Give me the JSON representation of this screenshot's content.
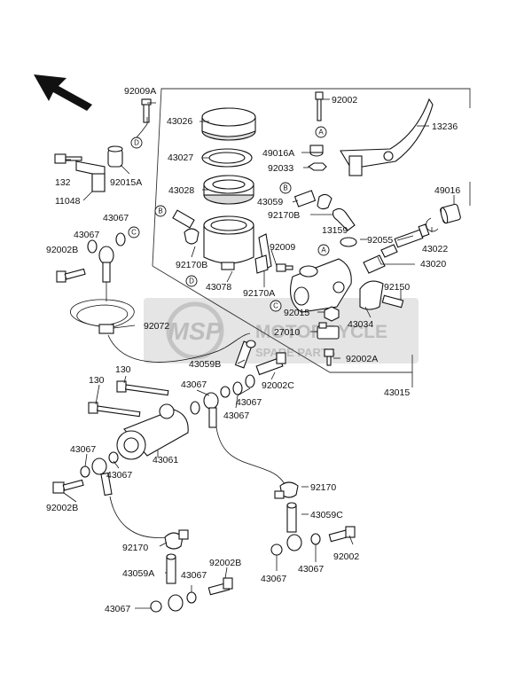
{
  "watermark": {
    "logo_text": "MSP",
    "line1": "MOTORCYCLE",
    "line2": "SPARE PARTS"
  },
  "labels": {
    "p92009A": "92009A",
    "p43026": "43026",
    "p92002_top": "92002",
    "p13236": "13236",
    "p43027": "43027",
    "p49016A": "49016A",
    "p92033": "92033",
    "p132": "132",
    "p92015A": "92015A",
    "p11048": "11048",
    "p43028": "43028",
    "p43059": "43059",
    "p49016": "49016",
    "p92170B_right": "92170B",
    "p43067_a": "43067",
    "p43067_b": "43067",
    "p92002B_left": "92002B",
    "p13159": "13159",
    "p92055": "92055",
    "p43022": "43022",
    "p92009": "92009",
    "p43020": "43020",
    "p92170B_left": "92170B",
    "p43078": "43078",
    "p92170A": "92170A",
    "p92150": "92150",
    "p92015": "92015",
    "p43034": "43034",
    "p92072": "92072",
    "p27010": "27010",
    "p92002A": "92002A",
    "p43059B": "43059B",
    "p130_a": "130",
    "p43067_c": "43067",
    "p92002C": "92002C",
    "p43015": "43015",
    "p130_b": "130",
    "p43067_d": "43067",
    "p43067_e": "43067",
    "p43061": "43061",
    "p43067_f": "43067",
    "p43067_g": "43067",
    "p92002B_mid": "92002B",
    "p92170_right": "92170",
    "p43059C": "43059C",
    "p92002_bot": "92002",
    "p92170_left": "92170",
    "p43067_h": "43067",
    "p43067_i": "43067",
    "p43059A": "43059A",
    "p43067_j": "43067",
    "p92002B_bot": "92002B",
    "p43067_k": "43067"
  },
  "markers": {
    "A": "A",
    "B": "B",
    "C": "C",
    "D": "D"
  }
}
